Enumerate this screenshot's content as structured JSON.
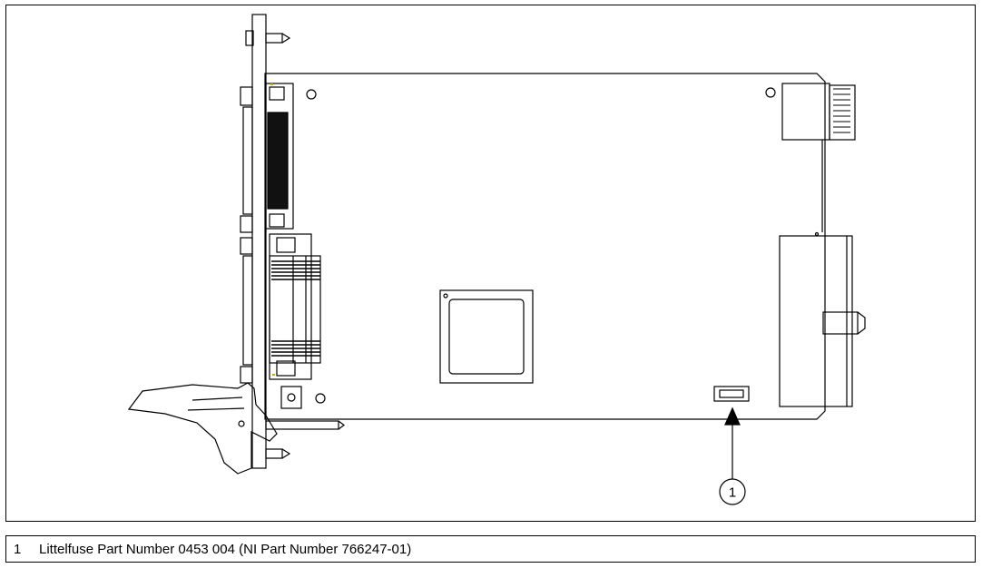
{
  "figure": {
    "callout": {
      "number": "1"
    }
  },
  "legend": {
    "items": [
      {
        "number": "1",
        "text": "Littelfuse Part Number 0453 004 (NI Part Number 766247-01)"
      }
    ]
  },
  "colors": {
    "line": "#000000",
    "background": "#ffffff",
    "connector_fill": "#111111",
    "orange_marker": "#e0a000"
  }
}
